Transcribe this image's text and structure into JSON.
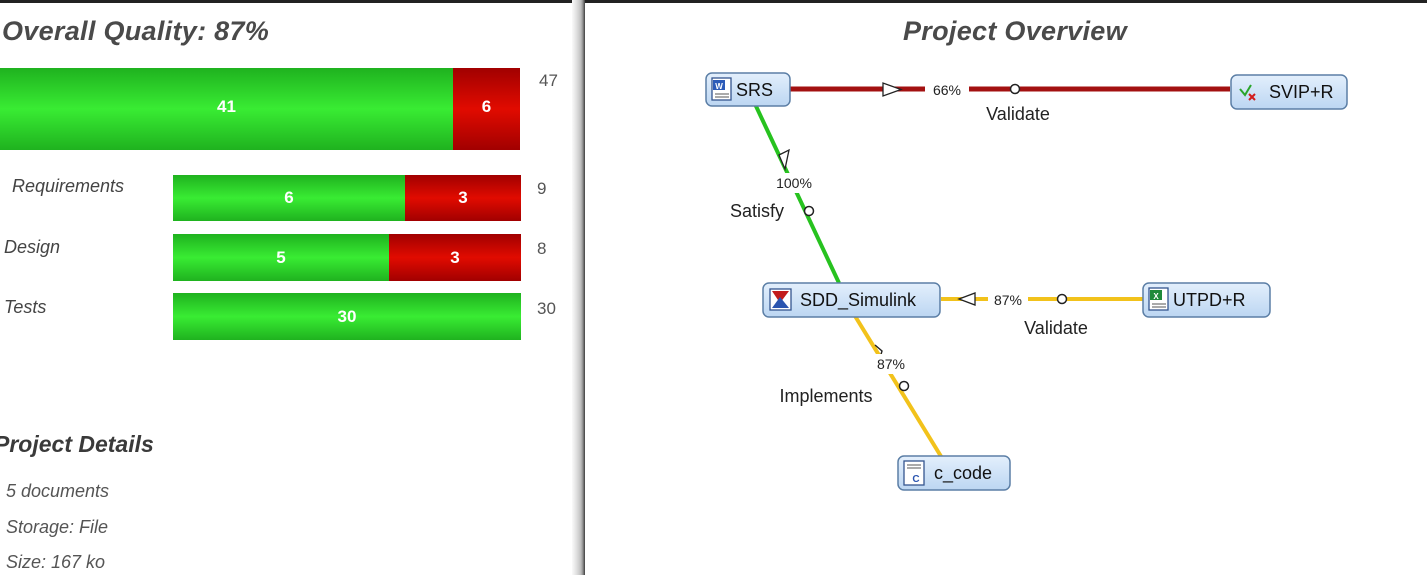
{
  "summary": {
    "title": "Overall Quality: 87%",
    "overall": {
      "passed": 41,
      "failed": 6,
      "total": 47
    }
  },
  "categories": [
    {
      "label": "Requirements",
      "passed": 6,
      "failed": 3,
      "total": 9
    },
    {
      "label": "Design",
      "passed": 5,
      "failed": 3,
      "total": 8
    },
    {
      "label": "Tests",
      "passed": 30,
      "total": 30
    }
  ],
  "details": {
    "title": "Project Details",
    "documents": "5 documents",
    "storage": "Storage: File",
    "size": "Size: 167 ko"
  },
  "overview": {
    "title": "Project Overview",
    "nodes": {
      "srs": "SRS",
      "svip": "SVIP+R",
      "sdd": "SDD_Simulink",
      "utpd": "UTPD+R",
      "code": "c_code"
    },
    "links": {
      "srs_svip": {
        "pct": "66%",
        "label": "Validate"
      },
      "srs_sdd": {
        "pct": "100%",
        "label": "Satisfy"
      },
      "sdd_utpd": {
        "pct": "87%",
        "label": "Validate"
      },
      "sdd_code": {
        "pct": "87%",
        "label": "Implements"
      }
    }
  },
  "colors": {
    "pass": "#2fd02a",
    "fail": "#c90400",
    "link_red": "#a31111",
    "link_green": "#27c21f",
    "link_yellow": "#f2c21b",
    "node_fill": "#cfe3f8",
    "node_border": "#5c7fa6"
  }
}
